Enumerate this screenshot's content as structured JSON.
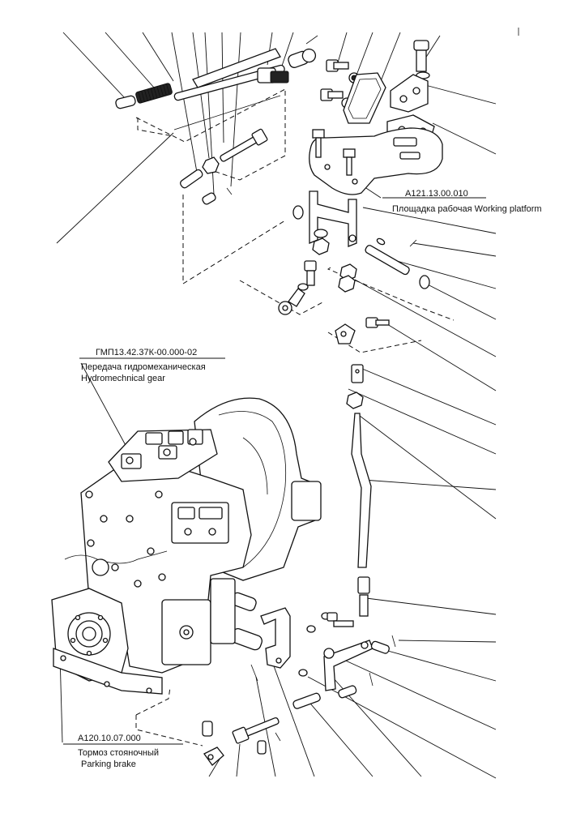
{
  "labels": {
    "working_platform_code": "А121.13.00.010",
    "working_platform_name": "Площадка рабочая Working platform",
    "gear_code": "ГМП13.42.37К-00.000-02",
    "gear_name_ru": "Передача гидромеханическая",
    "gear_name_en": "Hydromechnical gear",
    "brake_code": "А120.10.07.000",
    "brake_name_ru": "Тормоз стояночный",
    "brake_name_en": "Parking brake"
  },
  "icons": {
    "gear_unit": "transmission-illustration",
    "platform": "plate-illustration",
    "linkage": "rod-linkage-illustration"
  }
}
